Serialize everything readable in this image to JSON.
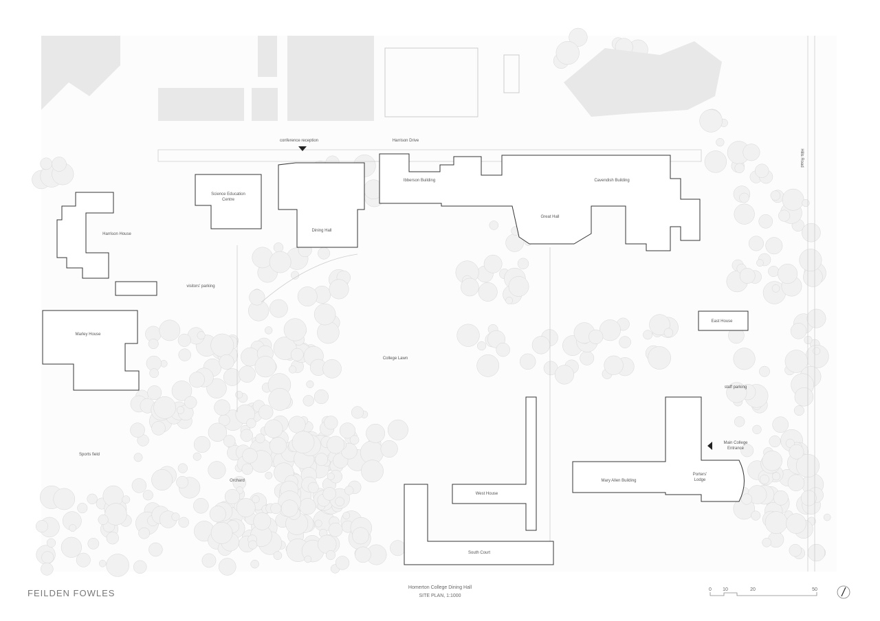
{
  "map": {
    "labels": {
      "conference_reception": "conference reception",
      "harrison_drive": "Harrison Drive",
      "ibberson": "Ibberson Building",
      "cavendish": "Cavendish Building",
      "great_hall": "Great Hall",
      "science_1": "Science Education",
      "science_2": "Centre",
      "harrison_house": "Harrison House",
      "dining_hall": "Dining Hall",
      "visitors_parking": "visitors' parking",
      "marley_house": "Marley House",
      "college_lawn": "College Lawn",
      "east_house": "East House",
      "staff_parking": "staff parking",
      "main_entrance_1": "Main College",
      "main_entrance_2": "Entrance",
      "porters_1": "Porters'",
      "porters_2": "Lodge",
      "mary_allen": "Mary Allen Building",
      "west_house": "West House",
      "south_court": "South Court",
      "sports_field": "Sports field",
      "orchard": "Orchard",
      "hills_road": "Hills Road"
    },
    "colors": {
      "building_outline": "#333333",
      "context_building": "#e8e8e8",
      "trees": "#d6d6d6"
    }
  },
  "footer": {
    "logo": "FEILDEN FOWLES",
    "project": "Homerton College Dining Hall",
    "drawing": "SITE PLAN, 1:1000",
    "scale_ticks": [
      "0",
      "10",
      "20",
      "50"
    ],
    "north_arrow": "north-arrow-icon"
  }
}
